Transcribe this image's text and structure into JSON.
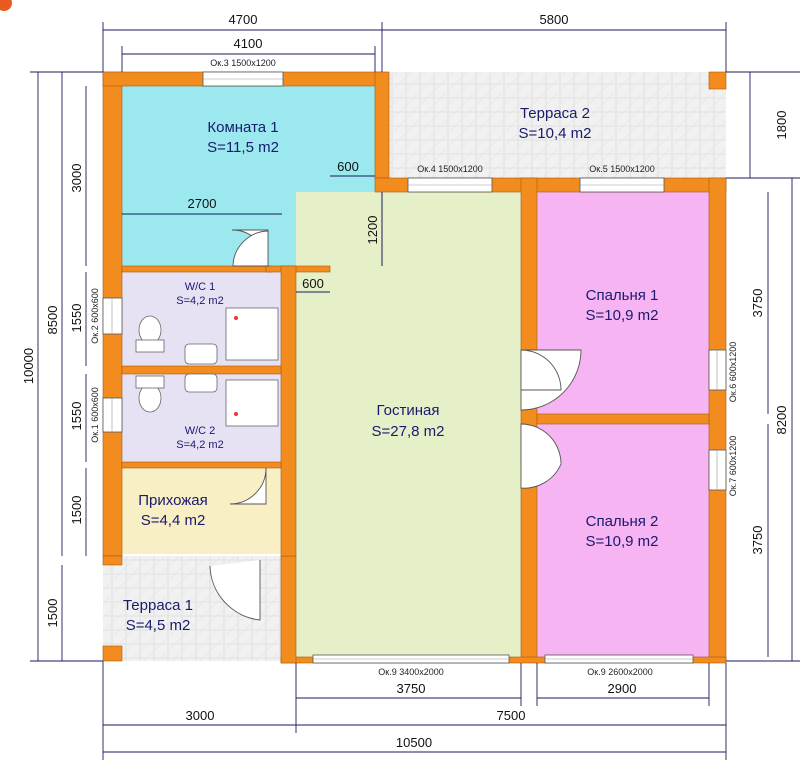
{
  "rooms": {
    "komnata1": {
      "name": "Комната 1",
      "area": "S=11,5 m2"
    },
    "terrasa2": {
      "name": "Терраса 2",
      "area": "S=10,4 m2"
    },
    "wc1": {
      "name": "W/C 1",
      "area": "S=4,2 m2"
    },
    "wc2": {
      "name": "W/C 2",
      "area": "S=4,2 m2"
    },
    "prihozhaya": {
      "name": "Прихожая",
      "area": "S=4,4 m2"
    },
    "terrasa1": {
      "name": "Терраса 1",
      "area": "S=4,5 m2"
    },
    "gostinaya": {
      "name": "Гостиная",
      "area": "S=27,8 m2"
    },
    "spalnya1": {
      "name": "Спальня 1",
      "area": "S=10,9 m2"
    },
    "spalnya2": {
      "name": "Спальня 2",
      "area": "S=10,9 m2"
    }
  },
  "windows": {
    "ok3": "Ок.3 1500x1200",
    "ok4": "Ок.4 1500x1200",
    "ok5": "Ок.5 1500x1200",
    "ok2": "Ок.2 600x600",
    "ok1": "Ок.1 600x600",
    "ok6": "Ок.6 600x1200",
    "ok7": "Ок.7 600x1200",
    "ok9a": "Ок.9 3400x2000",
    "ok9b": "Ок.9 2600x2000"
  },
  "dims": {
    "top_4700": "4700",
    "top_5800": "5800",
    "top_4100": "4100",
    "inner_600a": "600",
    "inner_2700": "2700",
    "inner_1200": "1200",
    "inner_600b": "600",
    "left_10000": "10000",
    "left_8500": "8500",
    "left_3000": "3000",
    "left_1550a": "1550",
    "left_1550b": "1550",
    "left_1500a": "1500",
    "left_1500b": "1500",
    "right_1800": "1800",
    "right_8200": "8200",
    "right_3750a": "3750",
    "right_3750b": "3750",
    "bottom_3750": "3750",
    "bottom_2900": "2900",
    "bottom_3000": "3000",
    "bottom_7500": "7500",
    "bottom_10500": "10500"
  },
  "colors": {
    "wall": "#f28c1e",
    "room_blue": "#9be8ef",
    "room_lavender": "#e6e1f3",
    "room_pink": "#f6b4f2",
    "room_green": "#e6f0c8",
    "room_beige": "#f8efc4",
    "terrace": "#f1f1f1",
    "dim_line": "#1a1a5e"
  }
}
